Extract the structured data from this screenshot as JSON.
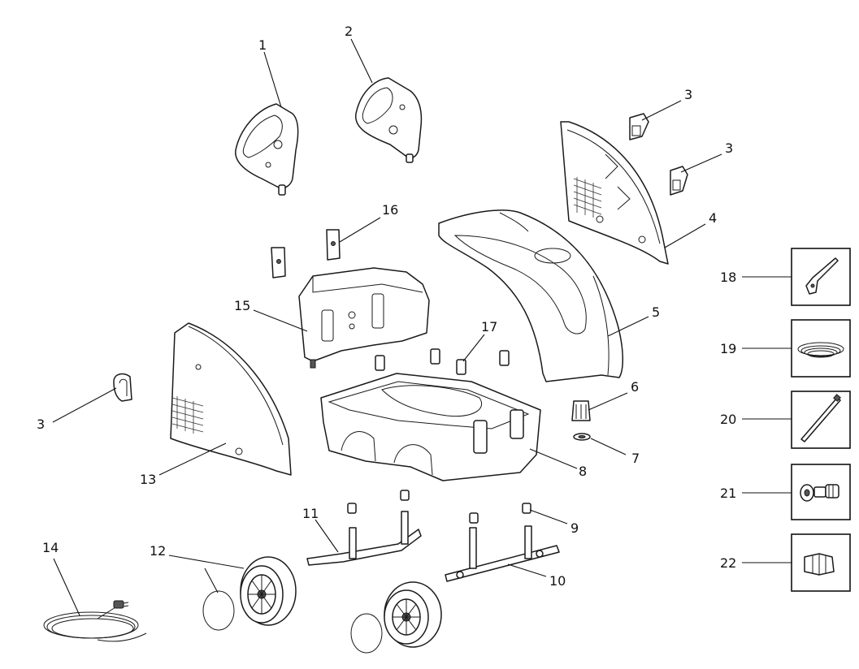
{
  "diagram": {
    "callouts": [
      {
        "key": "p1",
        "label": "1"
      },
      {
        "key": "p2",
        "label": "2"
      },
      {
        "key": "p3a",
        "label": "3"
      },
      {
        "key": "p3b",
        "label": "3"
      },
      {
        "key": "p3c",
        "label": "3"
      },
      {
        "key": "p4",
        "label": "4"
      },
      {
        "key": "p5",
        "label": "5"
      },
      {
        "key": "p6",
        "label": "6"
      },
      {
        "key": "p7",
        "label": "7"
      },
      {
        "key": "p8",
        "label": "8"
      },
      {
        "key": "p9",
        "label": "9"
      },
      {
        "key": "p10",
        "label": "10"
      },
      {
        "key": "p11",
        "label": "11"
      },
      {
        "key": "p12",
        "label": "12"
      },
      {
        "key": "p13",
        "label": "13"
      },
      {
        "key": "p14",
        "label": "14"
      },
      {
        "key": "p15",
        "label": "15"
      },
      {
        "key": "p16",
        "label": "16"
      },
      {
        "key": "p17",
        "label": "17"
      },
      {
        "key": "p18",
        "label": "18"
      },
      {
        "key": "p19",
        "label": "19"
      },
      {
        "key": "p20",
        "label": "20"
      },
      {
        "key": "p21",
        "label": "21"
      },
      {
        "key": "p22",
        "label": "22"
      }
    ]
  }
}
